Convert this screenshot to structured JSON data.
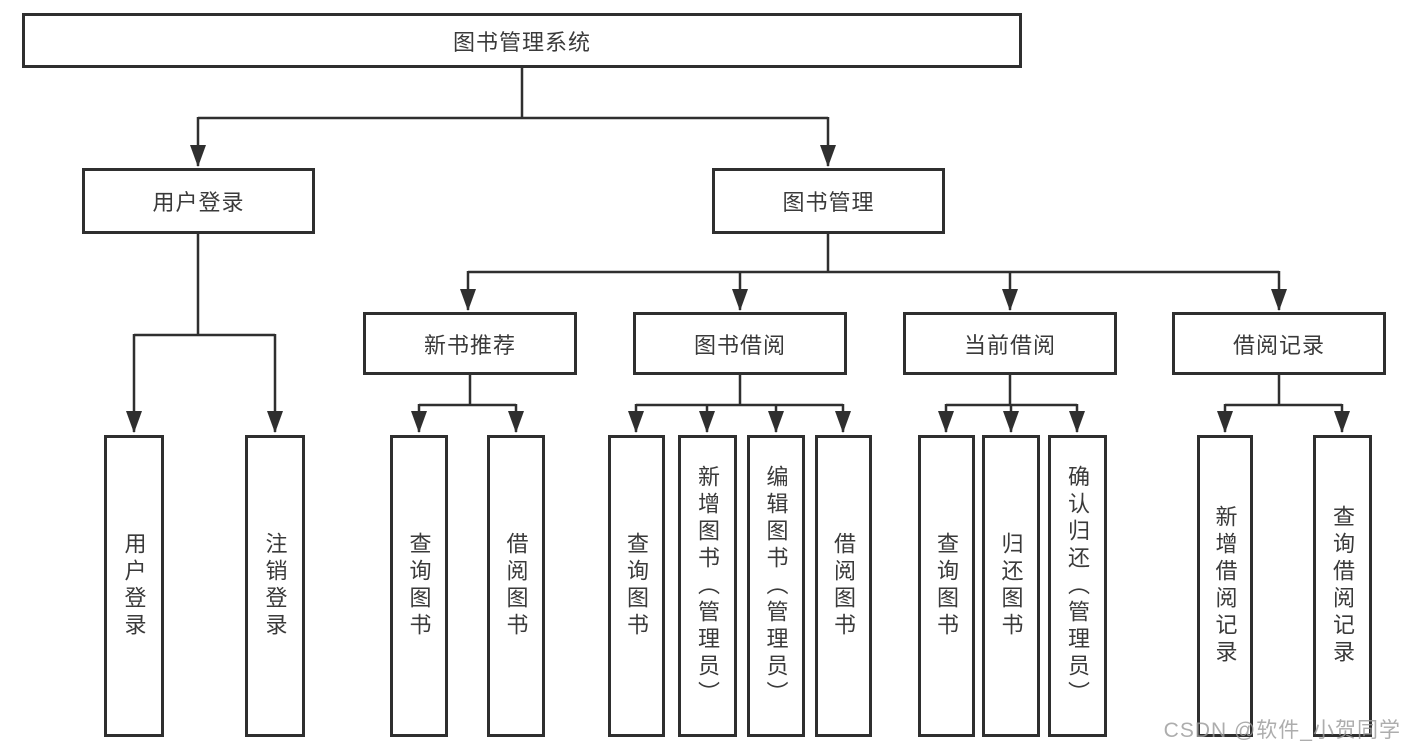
{
  "tree": {
    "root": {
      "label": "图书管理系统",
      "children": [
        {
          "label": "用户登录",
          "children": [
            {
              "label": "用户登录"
            },
            {
              "label": "注销登录"
            }
          ]
        },
        {
          "label": "图书管理",
          "children": [
            {
              "label": "新书推荐",
              "children": [
                {
                  "label": "查询图书"
                },
                {
                  "label": "借阅图书"
                }
              ]
            },
            {
              "label": "图书借阅",
              "children": [
                {
                  "label": "查询图书"
                },
                {
                  "label": "新增图书（管理员）"
                },
                {
                  "label": "编辑图书（管理员）"
                },
                {
                  "label": "借阅图书"
                }
              ]
            },
            {
              "label": "当前借阅",
              "children": [
                {
                  "label": "查询图书"
                },
                {
                  "label": "归还图书"
                },
                {
                  "label": "确认归还（管理员）"
                }
              ]
            },
            {
              "label": "借阅记录",
              "children": [
                {
                  "label": "新增借阅记录"
                },
                {
                  "label": "查询借阅记录"
                }
              ]
            }
          ]
        }
      ]
    }
  },
  "watermark": {
    "text": "CSDN @软件_小贺同学"
  },
  "colors": {
    "line": "#2f2f2f",
    "box_border": "#2f2f2f",
    "box_fill": "#ffffff",
    "text": "#3a3a3a",
    "watermark": "#9c9c9c"
  }
}
